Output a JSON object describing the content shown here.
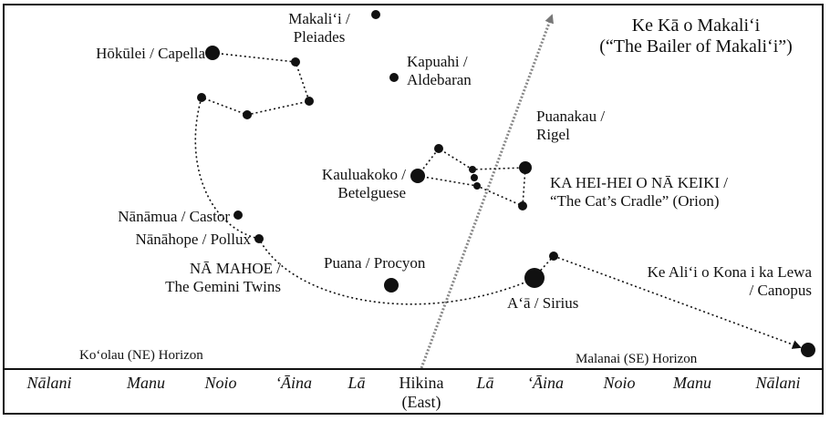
{
  "title": {
    "line1": "Ke Kā o Makaliʻi",
    "line2": "(“The Bailer of Makaliʻi”)"
  },
  "stars": {
    "makalii": {
      "line1": "Makaliʻi /",
      "line2": "Pleiades"
    },
    "kapuahi": {
      "line1": "Kapuahi /",
      "line2": "Aldebaran"
    },
    "hokulei": {
      "line1": "Hōkūlei / Capella"
    },
    "puanakau": {
      "line1": "Puanakau /",
      "line2": "Rigel"
    },
    "kauluakoko": {
      "line1": "Kauluakoko /",
      "line2": "Betelguese"
    },
    "orion": {
      "line1": "KA HEI-HEI O NĀ KEIKI /",
      "line2": "“The Cat’s Cradle” (Orion)"
    },
    "castor": {
      "line1": "Nānāmua / Castor"
    },
    "pollux": {
      "line1": "Nānāhope / Pollux"
    },
    "gemini": {
      "line1": "NĀ MAHOE /",
      "line2": "The Gemini Twins"
    },
    "procyon": {
      "line1": "Puana / Procyon"
    },
    "sirius": {
      "line1": "Aʻā / Sirius"
    },
    "canopus": {
      "line1": "Ke Aliʻi o Kona i ka Lewa",
      "line2": "/ Canopus"
    }
  },
  "horizons": {
    "ne": "Koʻolau (NE) Horizon",
    "se": "Malanai (SE) Horizon"
  },
  "directions": [
    {
      "label": "Nālani"
    },
    {
      "label": "Manu"
    },
    {
      "label": "Noio"
    },
    {
      "label": "ʻĀina"
    },
    {
      "label": "Lā"
    },
    {
      "label": "Hikina",
      "sub": "(East)"
    },
    {
      "label": "Lā"
    },
    {
      "label": "ʻĀina"
    },
    {
      "label": "Noio"
    },
    {
      "label": "Manu"
    },
    {
      "label": "Nālani"
    }
  ]
}
